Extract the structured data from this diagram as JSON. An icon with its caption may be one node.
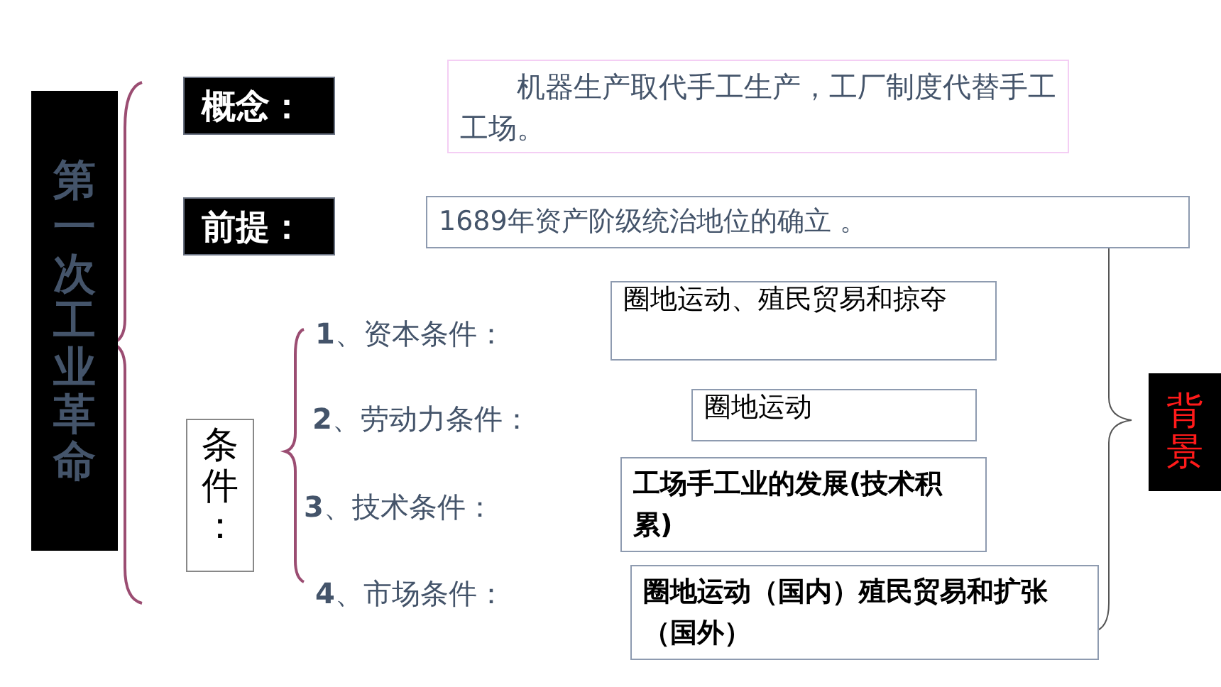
{
  "diagram": {
    "nodes": [
      {
        "text": [
          "第一次工业革命"
        ]
      },
      {
        "text": [
          "概念："
        ]
      },
      {
        "text": [
          "机器生产取代手工生产，工厂制度代替手工工场。"
        ]
      },
      {
        "text": [
          "前提："
        ]
      },
      {
        "text": [
          "1689年资产阶级统治地位的确立 。"
        ]
      },
      {
        "text": [
          "条件："
        ]
      },
      {
        "text": [
          "圈地运动、殖民贸易和掠夺"
        ]
      },
      {
        "text": [
          "圈地运动"
        ]
      },
      {
        "text": [
          "工场手工业的发展(技术积累)"
        ]
      },
      {
        "text": [
          "圈地运动（国内）殖民贸易和扩张（国外）"
        ]
      },
      {
        "text": [
          "背景"
        ]
      }
    ],
    "edges": [],
    "labels": [
      "**1**、资本条件：",
      "**2**、劳动力条件：",
      "**3**、技术条件：",
      "**4**、市场条件："
    ]
  }
}
